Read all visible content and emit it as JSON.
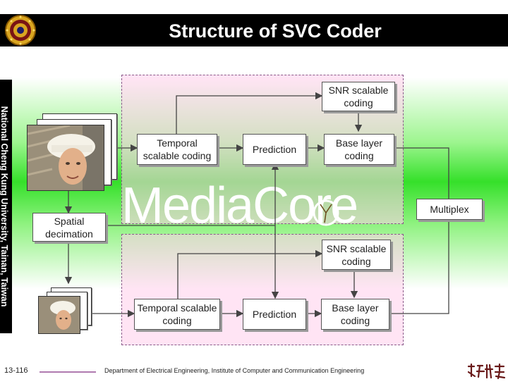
{
  "header": {
    "title": "Structure of SVC Coder"
  },
  "side_banner": {
    "text": "National Cheng Kung University, Tainan, Taiwan"
  },
  "diagram": {
    "top": {
      "snr": "SNR scalable coding",
      "temporal": "Temporal scalable  coding",
      "prediction": "Prediction",
      "base": "Base layer coding"
    },
    "spatial": "Spatial decimation",
    "multiplex": "Multiplex",
    "bottom": {
      "snr": "SNR scalable coding",
      "temporal": "Temporal scalable  coding",
      "prediction": "Prediction",
      "base": "Base layer coding"
    },
    "watermark": "MediaCore"
  },
  "footer": {
    "slide_number": "13-116",
    "department": "Department of Electrical Engineering, Institute of Computer and Communication Engineering"
  },
  "colors": {
    "header_bg": "#000000",
    "title_text": "#ffffff",
    "accent": "#b07ab0"
  }
}
